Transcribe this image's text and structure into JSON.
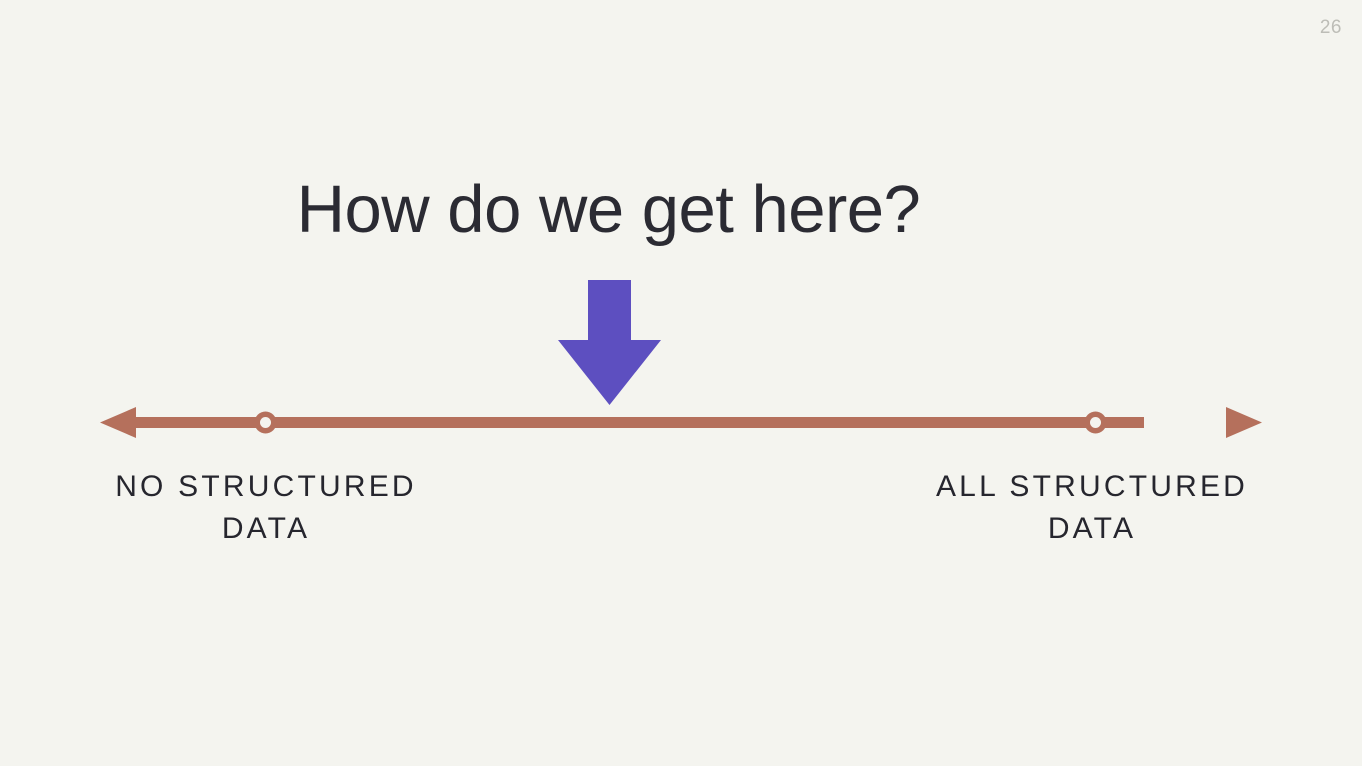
{
  "slide": {
    "page_number": "26",
    "background_color": "#f4f4ef",
    "title": "How do we get here?",
    "title_color": "#2b2b33"
  },
  "diagram": {
    "name": "structured-data-spectrum",
    "accent_color": "#b5705c",
    "pointer_color": "#5d4fc0",
    "axis": {
      "left_label": "NO STRUCTURED\nDATA",
      "right_label": "ALL STRUCTURED\nDATA",
      "left_marker_name": "no-structured-data-marker",
      "right_marker_name": "all-structured-data-marker"
    },
    "pointer": {
      "icon": "arrow-down-icon",
      "label": "current-position-pointer"
    }
  }
}
